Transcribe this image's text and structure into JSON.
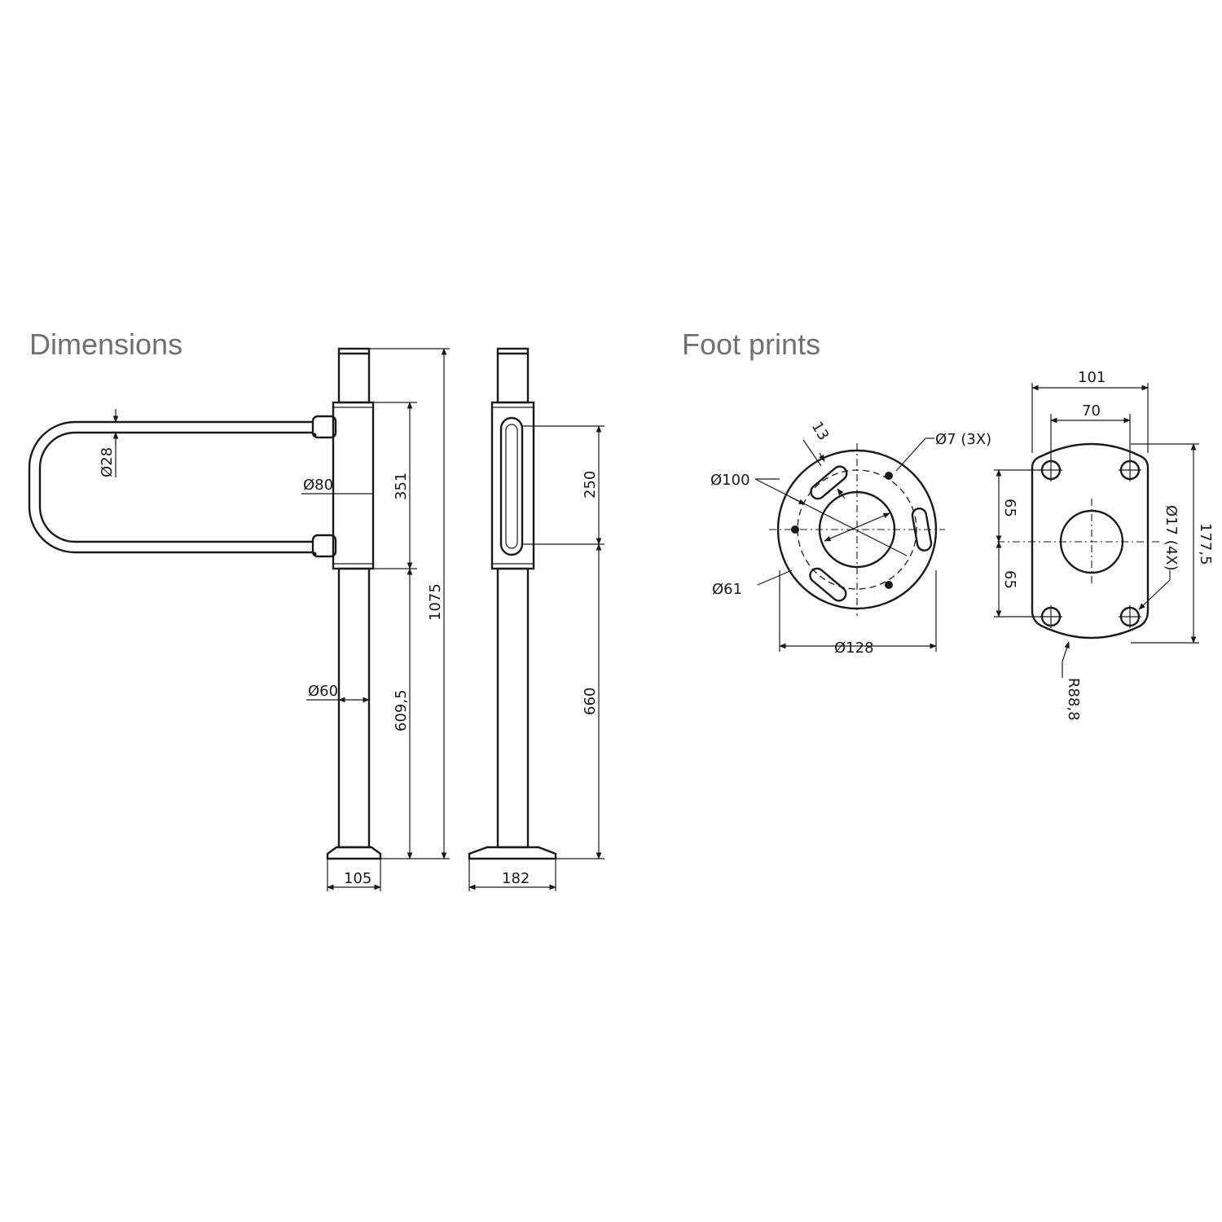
{
  "headings": {
    "dimensions": "Dimensions",
    "footprints": "Foot prints"
  },
  "side_view": {
    "d_arm": "Ø28",
    "d_body": "Ø80",
    "h_body": "351",
    "h_total": "1075",
    "d_post": "Ø60",
    "h_post": "609,5",
    "w_base": "105"
  },
  "front_view": {
    "h_slot": "250",
    "h_lower": "660",
    "w_base": "182"
  },
  "round_plate": {
    "slot_width": "13",
    "hole": "Ø7 (3X)",
    "pitch_circle": "Ø100",
    "inner": "Ø61",
    "outer": "Ø128"
  },
  "oval_plate": {
    "width": "101",
    "hole_spacing": "70",
    "upper_offset": "65",
    "lower_offset": "65",
    "holes": "Ø17 (4X)",
    "height": "177,5",
    "radius": "R88,8"
  }
}
